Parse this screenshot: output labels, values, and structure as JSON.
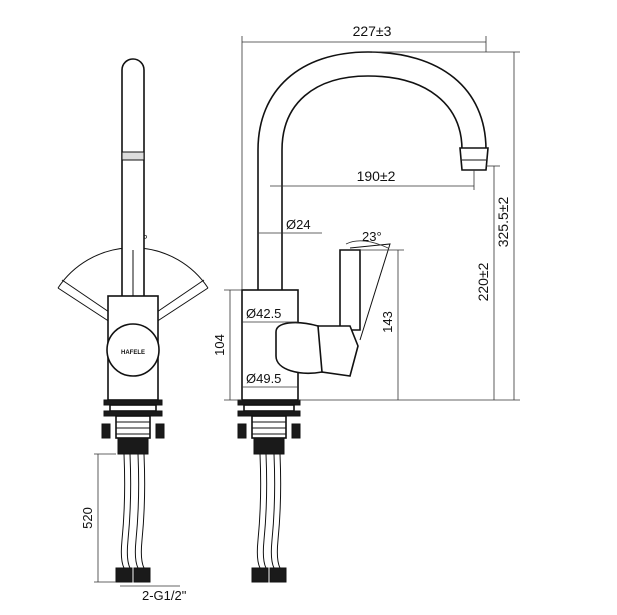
{
  "drawing": {
    "brand_logo": "HAFELE",
    "side_view": {
      "swing_angle": "90°",
      "hose_length": "520",
      "connection": "2-G1/2\""
    },
    "front_view": {
      "overall_width": "227±3",
      "spout_reach": "190±2",
      "spout_diameter": "Ø24",
      "handle_angle": "23°",
      "body_diameter_top": "Ø42.5",
      "body_diameter_bottom": "Ø49.5",
      "body_height": "104",
      "handle_height": "143",
      "spout_height": "220±2",
      "overall_height": "325.5±2"
    }
  }
}
